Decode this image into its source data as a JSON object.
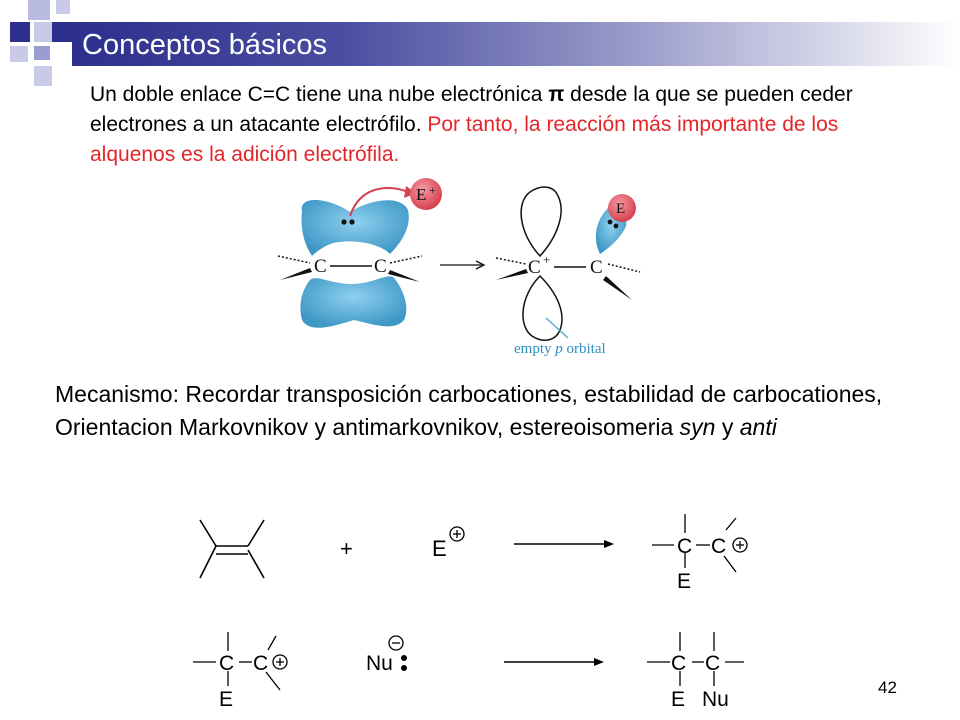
{
  "title": "Conceptos básicos",
  "intro": {
    "part1": "Un doble enlace C=C tiene una nube electrónica ",
    "pi": "π",
    "part2": " desde la que se pueden ceder electrones a un atacante electrófilo. ",
    "red": "Por tanto, la reacción más importante de los alquenos es la adición electrófila."
  },
  "figure": {
    "electrophile": "E",
    "electrophile_charge": "+",
    "carbon": "C",
    "cation_charge": "+",
    "empty_orbital_label_1": "empty ",
    "empty_orbital_label_p": "p",
    "empty_orbital_label_2": " orbital"
  },
  "mechanism": {
    "part1": "Mecanismo: Recordar transposición carbocationes, estabilidad de carbocationes, Orientacion Markovnikov y antimarkovnikov, estereoisomeria ",
    "syn": "syn",
    "and": " y ",
    "anti": "anti"
  },
  "scheme": {
    "plus": "+",
    "electrophile": "E",
    "carbon": "C",
    "nucleophile": "Nu"
  },
  "page_number": "42",
  "colors": {
    "title_bar": "#2c2f8c",
    "red_text": "#e4252a",
    "orbital_blue": "#4fa6cf",
    "electrophile_red": "#e0525f"
  }
}
